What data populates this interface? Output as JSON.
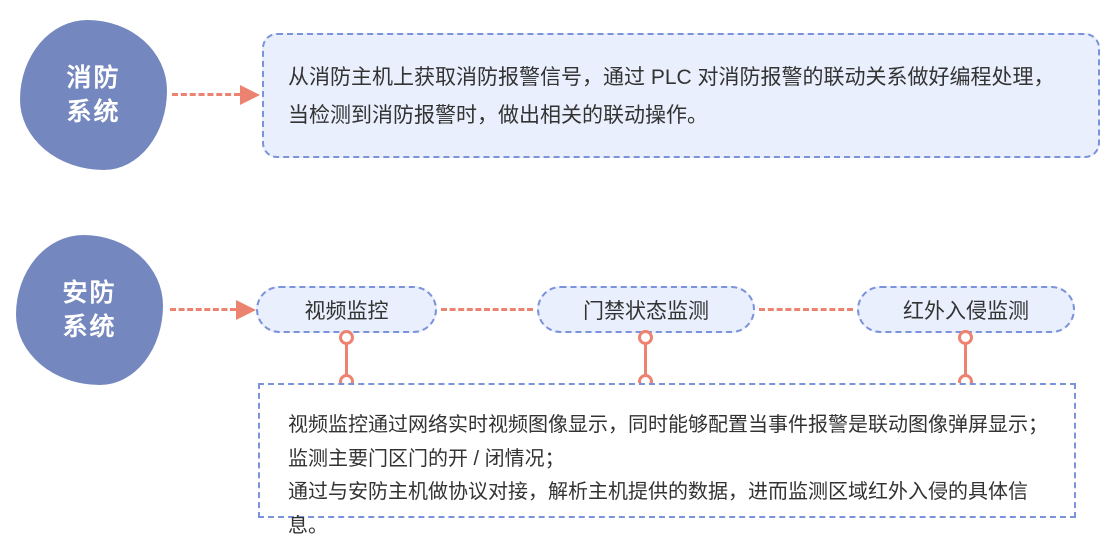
{
  "colors": {
    "node_fill": "#7487be",
    "box_fill": "#e9effc",
    "box_border": "#7b93da",
    "connector_salmon": "#ec8370",
    "text": "#333333"
  },
  "fire_system": {
    "node_line1": "消防",
    "node_line2": "系统",
    "description_line1": "从消防主机上获取消防报警信号，通过 PLC 对消防报警的联动关系做好编程处理，",
    "description_line2": "当检测到消防报警时，做出相关的联动操作。"
  },
  "security_system": {
    "node_line1": "安防",
    "node_line2": "系统",
    "pills": [
      {
        "label": "视频监控"
      },
      {
        "label": "门禁状态监测"
      },
      {
        "label": "红外入侵监测"
      }
    ],
    "description_line1": "视频监控通过网络实时视频图像显示，同时能够配置当事件报警是联动图像弹屏显示；",
    "description_line2": "监测主要门区门的开 / 闭情况；",
    "description_line3": "通过与安防主机做协议对接，解析主机提供的数据，进而监测区域红外入侵的具体信息。"
  }
}
